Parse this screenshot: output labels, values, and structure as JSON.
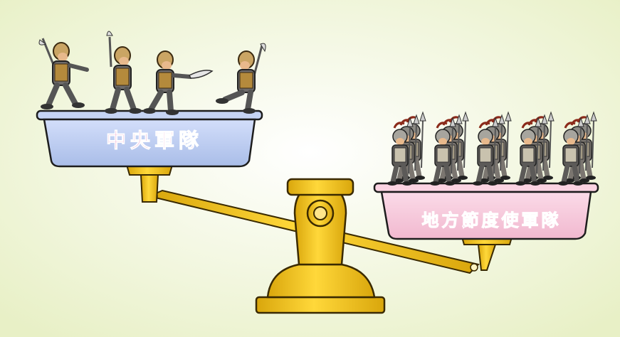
{
  "left_tray": {
    "label": "中央軍隊",
    "soldier_count": 4
  },
  "right_tray": {
    "label": "地方節度使軍隊",
    "soldier_count": 5
  },
  "colors": {
    "background_center": "#ffffff",
    "background_edge": "#e8f0c6",
    "left_tray": "#b9c9ee",
    "right_tray": "#f7c9dc",
    "scale_gold": "#f2c21a",
    "label_text": "#d6308e"
  }
}
